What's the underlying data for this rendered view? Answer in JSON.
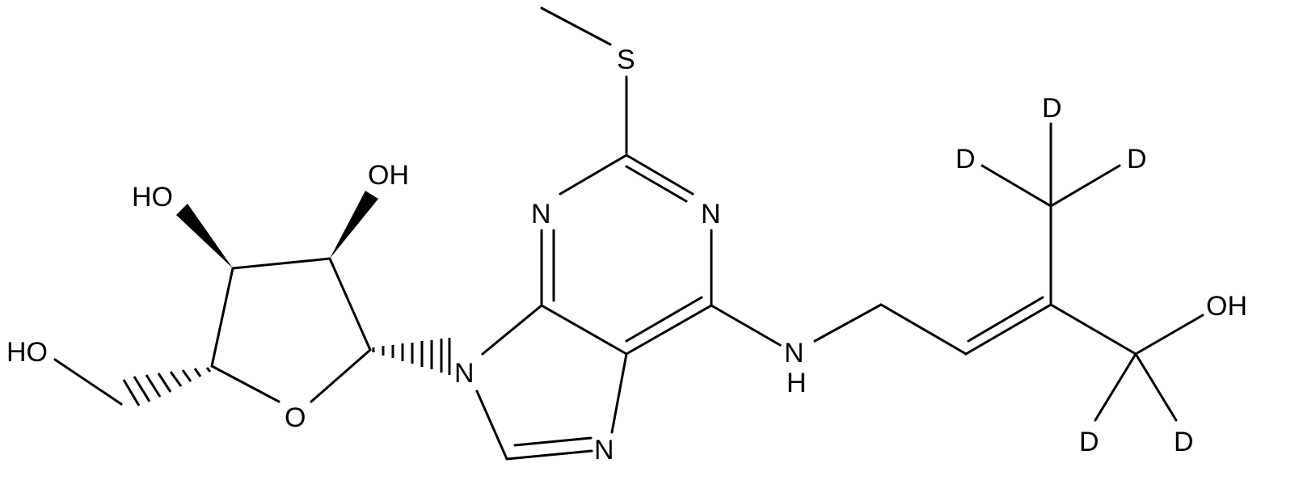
{
  "colors": {
    "bond": "#000000",
    "label": "#000000",
    "background": "#ffffff"
  },
  "labels": {
    "s": "S",
    "n1": "N",
    "n3": "N",
    "n9": "N",
    "n7": "N",
    "nh_n": "N",
    "nh_h": "H",
    "o_ring": "O",
    "oh_2": "OH",
    "ho_3": "HO",
    "ho_5": "HO",
    "oh_end": "OH",
    "d_top": "D",
    "d_left": "D",
    "d_right": "D",
    "d_bottom_left": "D",
    "d_bottom_right": "D"
  }
}
